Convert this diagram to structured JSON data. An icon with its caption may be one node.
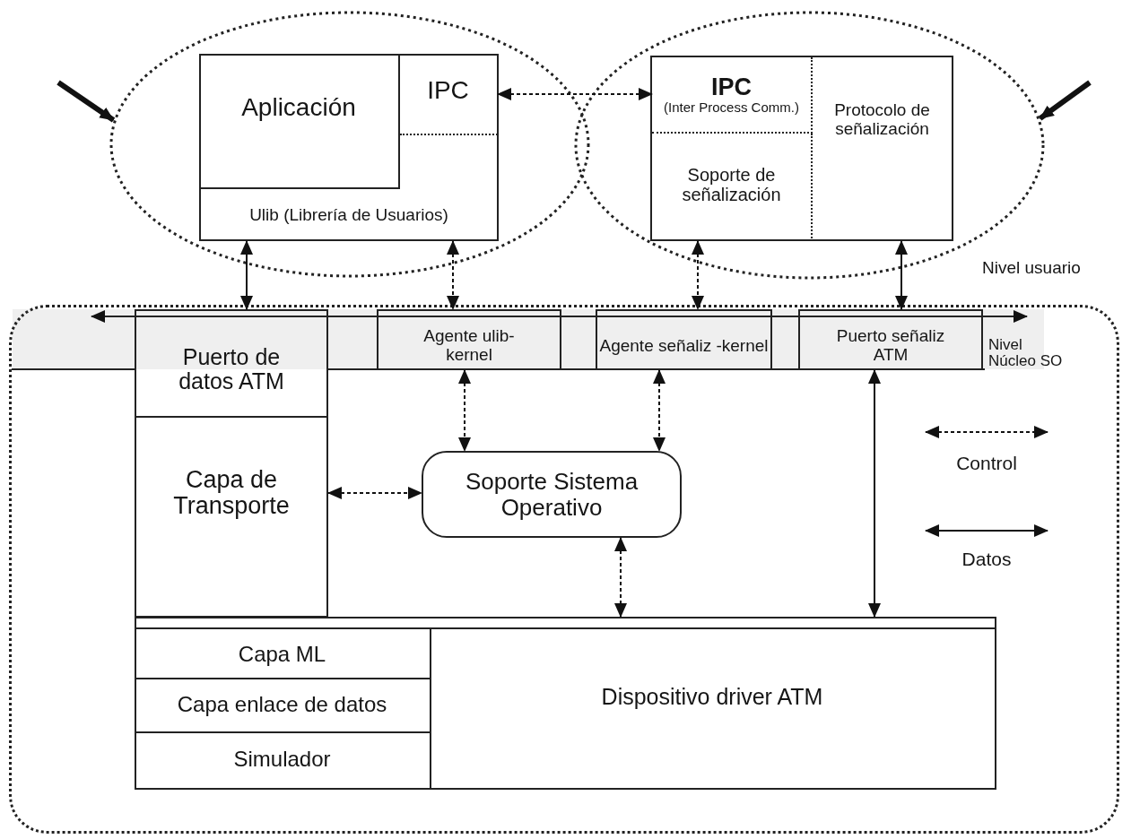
{
  "diagram": {
    "nodes": [
      {
        "text": [],
        "shape": "ellipse"
      },
      {
        "text": [],
        "shape": "ellipse"
      },
      {
        "text": [
          "Ulib (Librería de Usuarios)"
        ],
        "in": 0
      },
      {
        "text": [
          "Aplicación"
        ],
        "in": 2
      },
      {
        "text": [
          "IPC"
        ],
        "in": 2
      },
      {
        "text": [],
        "shape": "box",
        "in": 1
      },
      {
        "text": [
          "IPC",
          "(Inter Process Comm.)"
        ],
        "in": 5
      },
      {
        "text": [
          "Soporte de señalización"
        ],
        "in": 5
      },
      {
        "text": [
          "Protocolo de señalización"
        ],
        "in": 5
      },
      {
        "text": [],
        "shape": "box"
      },
      {
        "text": [
          "Puerto de datos ATM"
        ],
        "in": 9
      },
      {
        "text": [
          "Agente ulib-kernel"
        ],
        "in": 9
      },
      {
        "text": [
          "Agente señaliz -kernel"
        ],
        "in": 9
      },
      {
        "text": [
          "Puerto señaliz ATM"
        ],
        "in": 9
      },
      {
        "text": [
          "Capa de Transporte"
        ],
        "in": 9
      },
      {
        "text": [
          "Soporte Sistema Operativo"
        ],
        "in": 9
      },
      {
        "text": [],
        "shape": "box",
        "in": 9
      },
      {
        "text": [
          "Capa ML"
        ],
        "in": 16
      },
      {
        "text": [
          "Capa enlace de datos"
        ],
        "in": 16
      },
      {
        "text": [
          "Simulador"
        ],
        "in": 16
      },
      {
        "text": [
          "Dispositivo driver ATM"
        ],
        "in": 16
      }
    ],
    "edges": [
      {
        "from": null,
        "to": 0,
        "arrow": "to",
        "style": "thick"
      },
      {
        "from": null,
        "to": 1,
        "arrow": "to",
        "style": "thick"
      },
      {
        "from": 4,
        "to": 6,
        "arrow": "both",
        "style": "dashed"
      },
      {
        "from": 2,
        "to": 10,
        "arrow": "both"
      },
      {
        "from": 2,
        "to": 11,
        "arrow": "both",
        "style": "dashed"
      },
      {
        "from": 7,
        "to": 12,
        "arrow": "both",
        "style": "dashed"
      },
      {
        "from": 8,
        "to": 13,
        "arrow": "both"
      },
      {
        "from": 11,
        "to": 15,
        "arrow": "both",
        "style": "dashed"
      },
      {
        "from": 12,
        "to": 15,
        "arrow": "both",
        "style": "dashed"
      },
      {
        "from": 14,
        "to": 15,
        "arrow": "both",
        "style": "dashed"
      },
      {
        "from": 15,
        "to": 16,
        "arrow": "both",
        "style": "dashed"
      },
      {
        "from": 13,
        "to": 16,
        "arrow": "both"
      }
    ],
    "labels": [
      "Nivel usuario",
      "Nivel Núcleo SO"
    ],
    "legend": [
      {
        "text": "Control"
      },
      {
        "text": "Datos"
      }
    ]
  }
}
